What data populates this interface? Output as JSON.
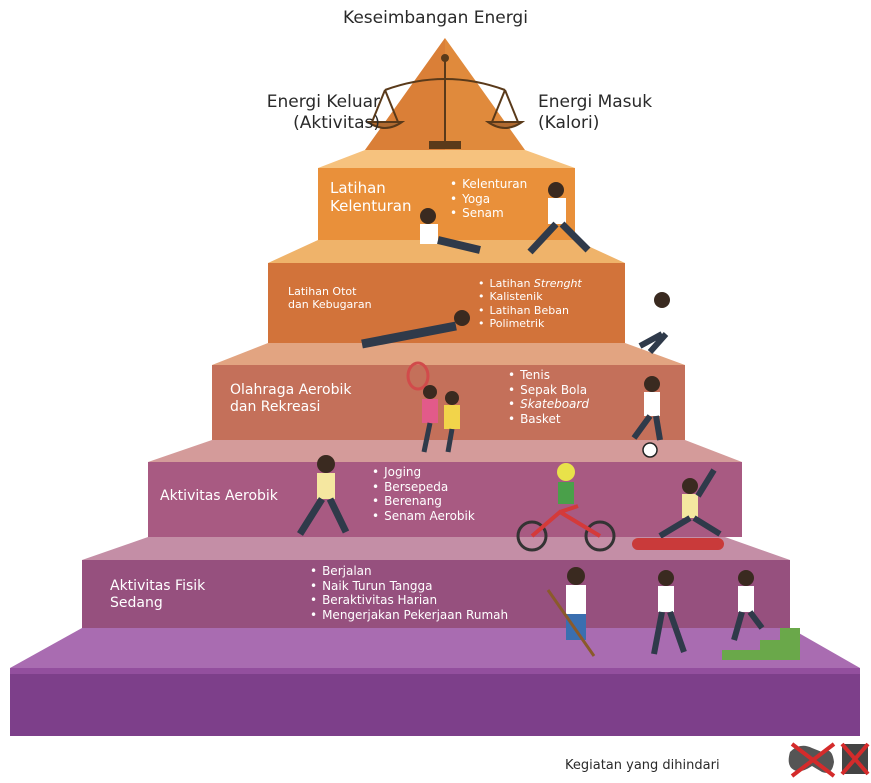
{
  "title": "Keseimbangan Energi",
  "energy_out": {
    "line1": "Energi Keluar",
    "line2": "(Aktivitas)"
  },
  "energy_in": {
    "line1": "Energi Masuk",
    "line2": "(Kalori)"
  },
  "levels": [
    {
      "label_lines": [
        "Latihan",
        "Kelenturan"
      ],
      "items": [
        "Kelenturan",
        "Yoga",
        "Senam"
      ]
    },
    {
      "label_lines": [
        "Latihan Otot",
        "dan Kebugaran"
      ],
      "items": [
        "Latihan ",
        "Kalistenik",
        "Latihan Beban",
        "Polimetrik"
      ],
      "italic_suffix": "Strenght"
    },
    {
      "label_lines": [
        "Olahraga Aerobik",
        "dan Rekreasi"
      ],
      "items": [
        "Tenis",
        "Sepak Bola",
        "Skateboard",
        "Basket"
      ]
    },
    {
      "label_lines": [
        "Aktivitas Aerobik"
      ],
      "items": [
        "Joging",
        "Bersepeda",
        "Berenang",
        "Senam Aerobik"
      ]
    },
    {
      "label_lines": [
        "Aktivitas Fisik",
        "Sedang"
      ],
      "items": [
        "Berjalan",
        "Naik Turun Tangga",
        "Beraktivitas Harian",
        "Mengerjakan Pekerjaan Rumah"
      ]
    }
  ],
  "avoid_label": "Kegiatan yang dihindari",
  "icons": [
    "balance-scale-icon",
    "game-controller-crossed-icon",
    "crossed-box-icon"
  ],
  "colors": {
    "apex": "#e08a3c",
    "tier1": "#e9903a",
    "tier2": "#d2733a",
    "tier3": "#c4705a",
    "tier4": "#a85a82",
    "tier5": "#96507e",
    "base": "#7d3f8a",
    "avoid_red": "#d42b2b"
  }
}
